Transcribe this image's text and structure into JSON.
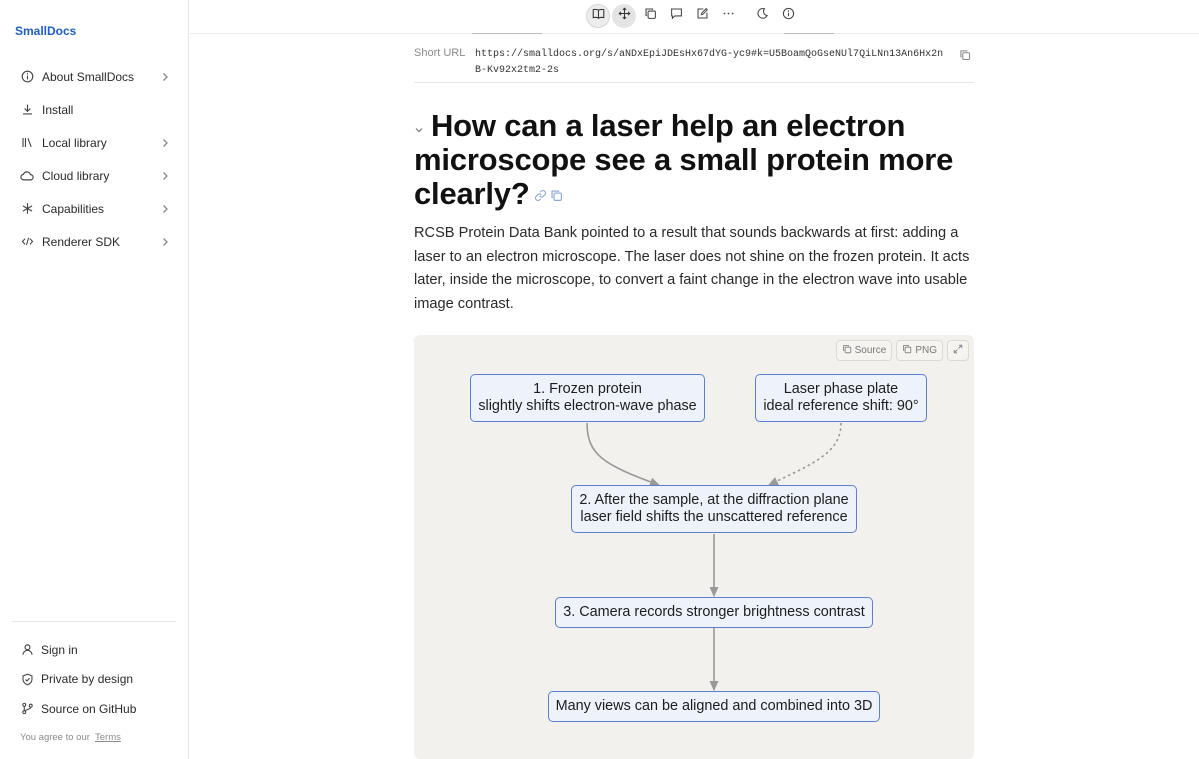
{
  "sidebar": {
    "brand": "SmallDocs",
    "items": [
      {
        "label": "About SmallDocs",
        "icon": "info-icon",
        "chevron": true
      },
      {
        "label": "Install",
        "icon": "download-icon",
        "chevron": false
      },
      {
        "label": "Local library",
        "icon": "library-icon",
        "chevron": true
      },
      {
        "label": "Cloud library",
        "icon": "cloud-icon",
        "chevron": true
      },
      {
        "label": "Capabilities",
        "icon": "asterisk-icon",
        "chevron": true
      },
      {
        "label": "Renderer SDK",
        "icon": "code-icon",
        "chevron": true
      }
    ],
    "footer": [
      {
        "label": "Sign in",
        "icon": "user-icon"
      },
      {
        "label": "Private by design",
        "icon": "shield-icon"
      },
      {
        "label": "Source on GitHub",
        "icon": "git-branch-icon"
      }
    ],
    "agree_text": "You agree to our",
    "terms_label": "Terms"
  },
  "toolbar": {
    "buttons": [
      "book-open-icon",
      "move-icon",
      "copy-icon",
      "comment-icon",
      "edit-icon",
      "more-icon",
      "moon-icon",
      "info-icon"
    ]
  },
  "short_url": {
    "label": "Short URL",
    "value": "https://smalldocs.org/s/aNDxEpiJDEsHx67dYG-yc9#k=U5BoamQoGseNUl7QiLNn13An6Hx2nB-Kv92x2tm2-2s"
  },
  "article": {
    "title": "How can a laser help an electron microscope see a small protein more clearly?",
    "paragraph": "RCSB Protein Data Bank pointed to a result that sounds backwards at first: adding a laser to an electron microscope. The laser does not shine on the frozen protein. It acts later, inside the microscope, to convert a faint change in the electron wave into usable image contrast."
  },
  "diagram": {
    "tools": {
      "source": "Source",
      "png": "PNG"
    },
    "nodes": {
      "n1": {
        "line1": "1. Frozen protein",
        "line2": "slightly shifts electron-wave phase"
      },
      "laser": {
        "line1": "Laser phase plate",
        "line2": "ideal reference shift: 90°"
      },
      "n2": {
        "line1": "2. After the sample, at the diffraction plane",
        "line2": "laser field shifts the unscattered reference"
      },
      "n3": {
        "line1": "3. Camera records stronger brightness contrast"
      },
      "n4": {
        "line1": "Many views can be aligned and combined into 3D"
      }
    },
    "colors": {
      "node_fill": "#eef2fb",
      "node_border": "#5b7fd6",
      "edge": "#999999",
      "background": "#f3f1ed"
    }
  }
}
